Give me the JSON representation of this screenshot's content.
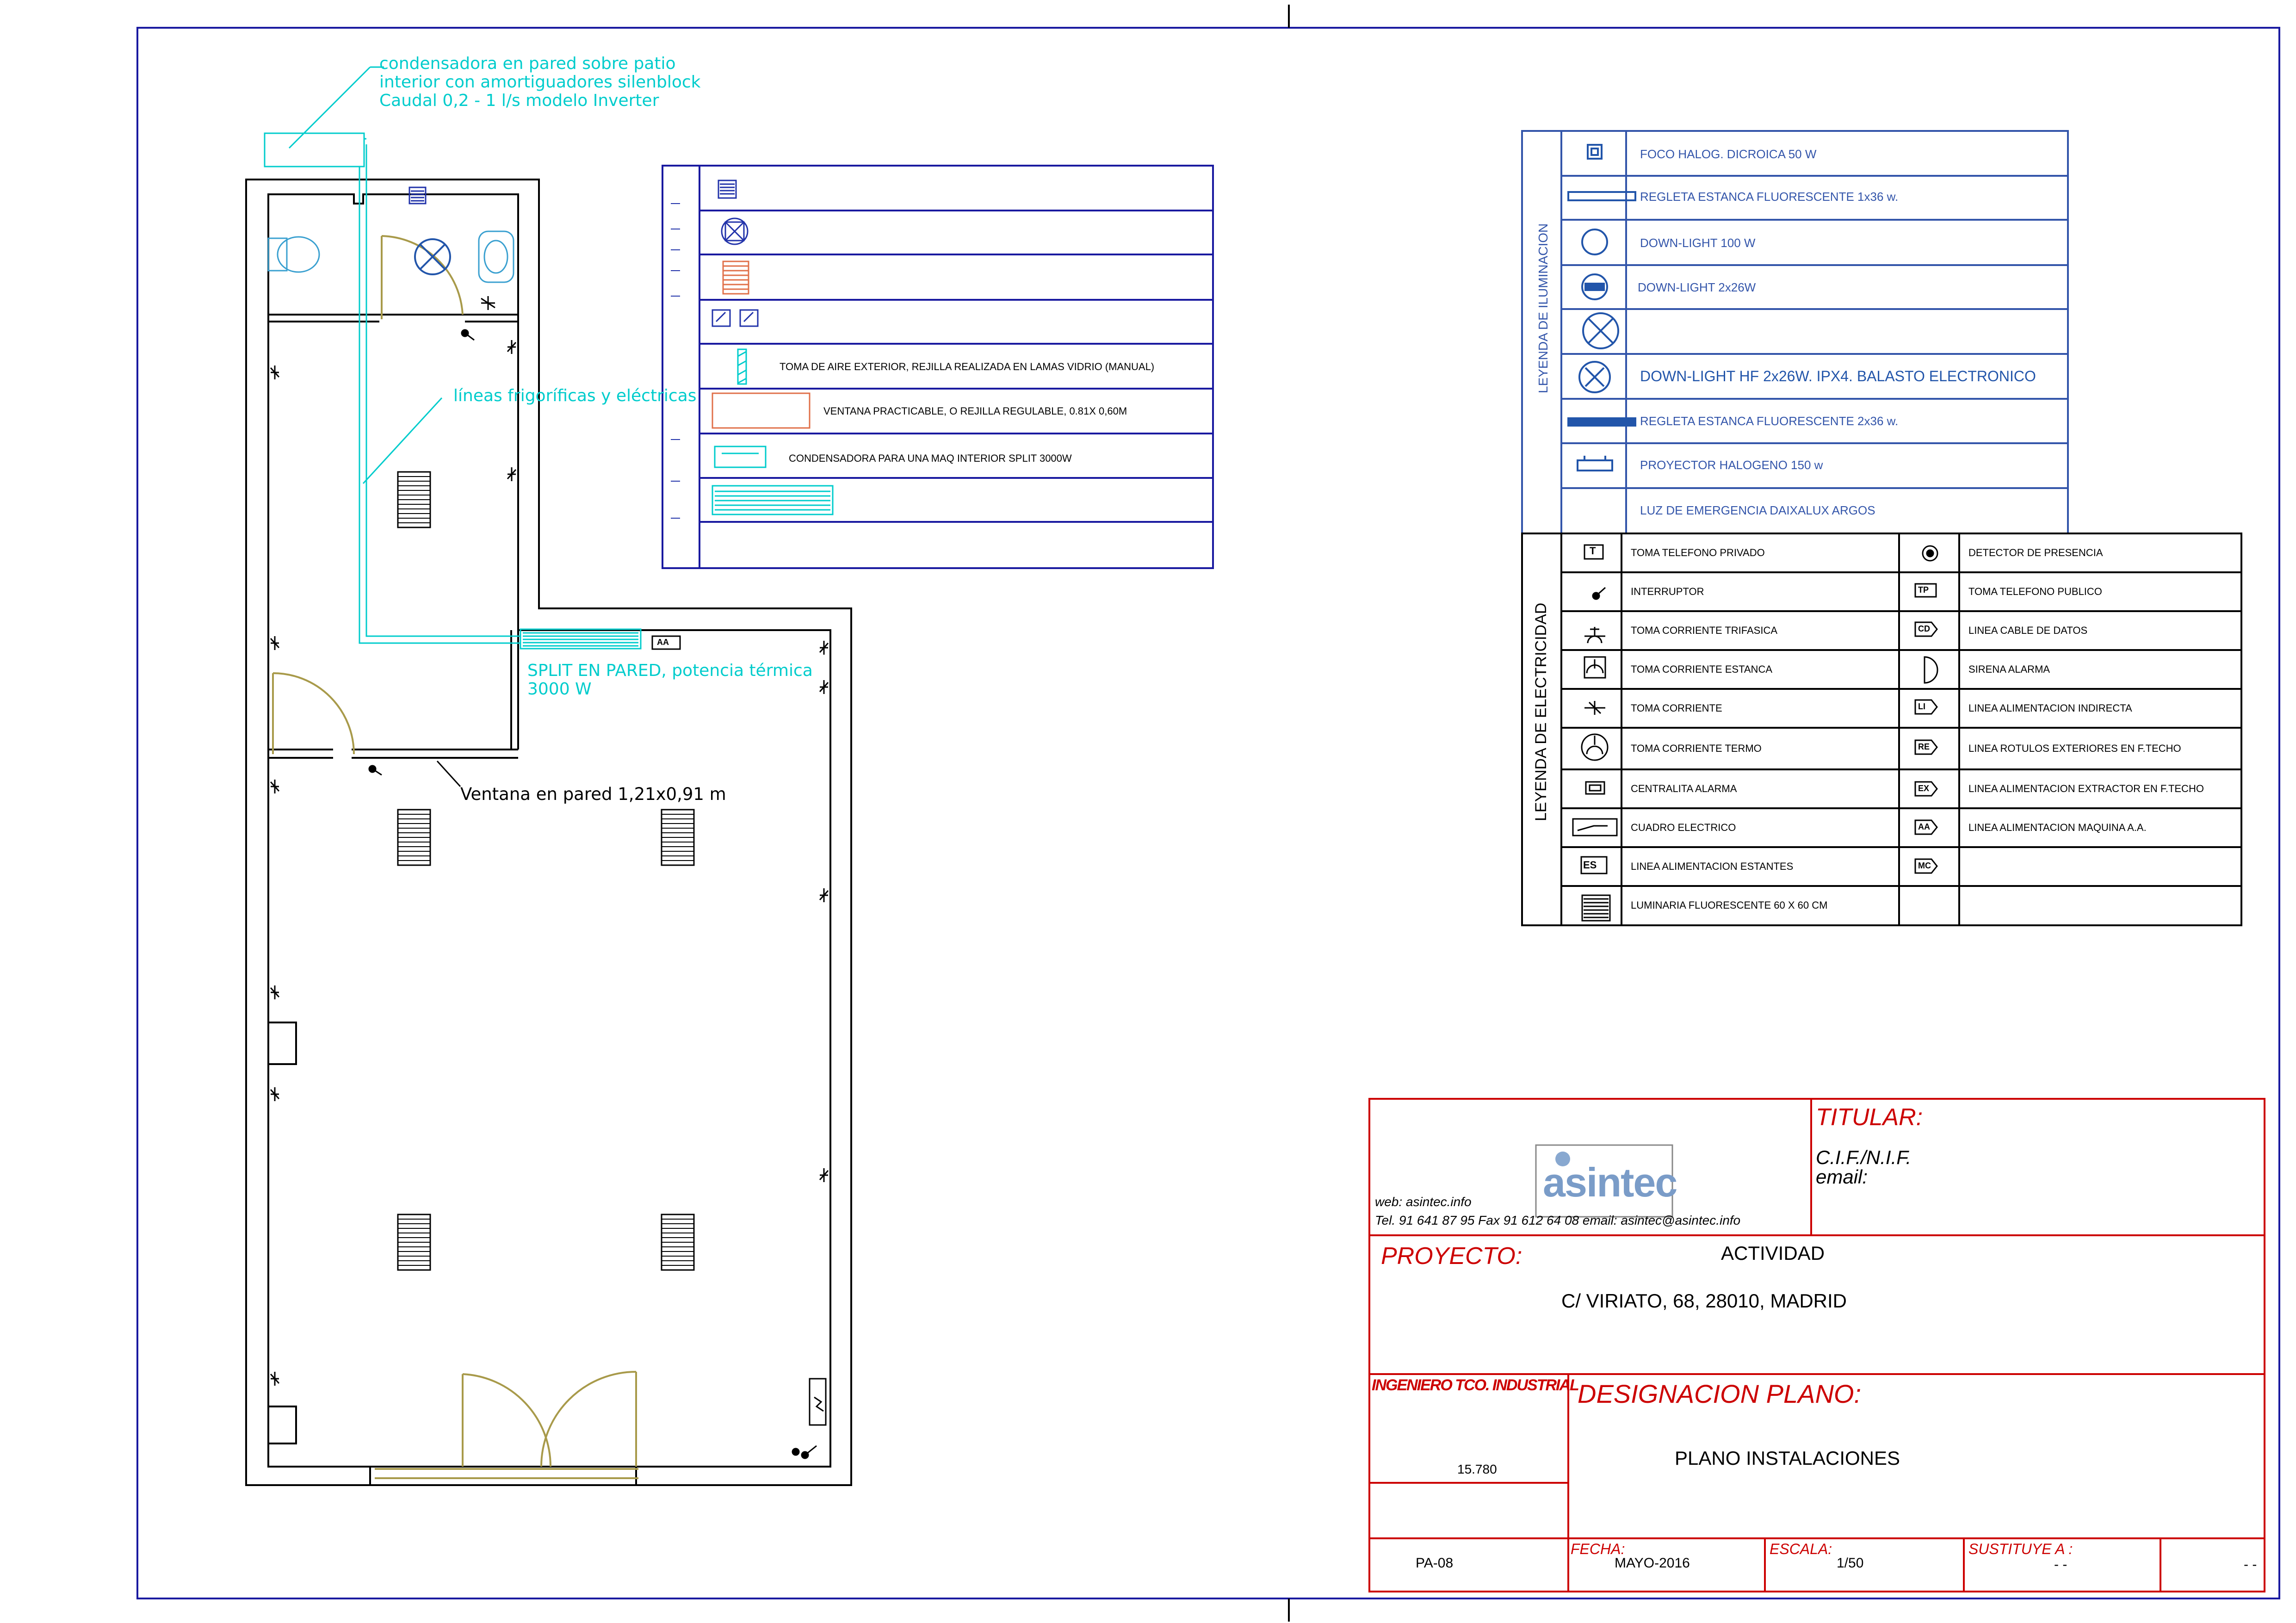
{
  "plan_annotations": {
    "condenser_note": [
      "condensadora en pared sobre patio",
      "interior con amortiguadores silenblock",
      "Caudal 0,2 - 1 l/s modelo Inverter"
    ],
    "refrigerant_lines": "líneas frigoríficas y eléctricas",
    "split_note": [
      "SPLIT EN PARED, potencia térmica",
      "3000 W"
    ],
    "window_note": "Ventana en pared 1,21x0,91 m",
    "split_tag": "AA"
  },
  "hvac_legend": {
    "rows": [
      {
        "icon": "grille-icon",
        "text": ""
      },
      {
        "icon": "extractor-fan-icon",
        "text": ""
      },
      {
        "icon": "louver-grille-icon",
        "text": ""
      },
      {
        "icon": "air-flow-icon",
        "text": ""
      },
      {
        "icon": "outdoor-air-intake-icon",
        "text": "TOMA DE AIRE EXTERIOR, REJILLA REALIZADA EN LAMAS VIDRIO (MANUAL)"
      },
      {
        "icon": "window-icon",
        "text": "VENTANA PRACTICABLE, O REJILLA REGULABLE, 0.81X 0,60M"
      },
      {
        "icon": "condenser-icon",
        "text": "CONDENSADORA PARA UNA MAQ INTERIOR SPLIT 3000W"
      },
      {
        "icon": "split-unit-icon",
        "text": ""
      }
    ]
  },
  "lighting_legend": {
    "title": "LEYENDA DE ILUMINACION",
    "color": "#3355aa",
    "rows": [
      {
        "icon": "dichroic-spot-icon",
        "text": "FOCO HALOG. DICROICA 50 W"
      },
      {
        "icon": "fluorescent-strip-1x36-icon",
        "text": "REGLETA ESTANCA FLUORESCENTE 1x36 w."
      },
      {
        "icon": "downlight-100-icon",
        "text": "DOWN-LIGHT  100 W"
      },
      {
        "icon": "downlight-2x26-icon",
        "text": "DOWN-LIGHT  2x26W"
      },
      {
        "icon": "cross-circle-icon",
        "text": ""
      },
      {
        "icon": "downlight-hf-icon",
        "text": "DOWN-LIGHT  HF 2x26W. IPX4. BALASTO ELECTRONICO"
      },
      {
        "icon": "fluorescent-strip-2x36-icon",
        "text": "REGLETA ESTANCA FLUORESCENTE 2x36 w."
      },
      {
        "icon": "halogen-projector-icon",
        "text": "PROYECTOR HALOGENO 150 w"
      },
      {
        "icon": "emergency-light-icon",
        "text": "LUZ DE EMERGENCIA DAIXALUX ARGOS"
      }
    ]
  },
  "electrical_legend": {
    "title": "LEYENDA DE ELECTRICIDAD",
    "left": [
      {
        "icon": "phone-outlet-icon",
        "sym": "T",
        "text": "TOMA TELEFONO PRIVADO"
      },
      {
        "icon": "switch-icon",
        "sym": "",
        "text": "INTERRUPTOR"
      },
      {
        "icon": "three-phase-outlet-icon",
        "sym": "",
        "text": "TOMA CORRIENTE TRIFASICA"
      },
      {
        "icon": "waterproof-outlet-icon",
        "sym": "",
        "text": "TOMA CORRIENTE ESTANCA"
      },
      {
        "icon": "outlet-icon",
        "sym": "",
        "text": "TOMA CORRIENTE"
      },
      {
        "icon": "heater-outlet-icon",
        "sym": "",
        "text": "TOMA CORRIENTE TERMO"
      },
      {
        "icon": "alarm-panel-icon",
        "sym": "",
        "text": "CENTRALITA ALARMA"
      },
      {
        "icon": "electrical-panel-icon",
        "sym": "",
        "text": "CUADRO ELECTRICO"
      },
      {
        "icon": "shelf-power-icon",
        "sym": "ES",
        "text": "LINEA ALIMENTACION ESTANTES"
      },
      {
        "icon": "fluorescent-panel-icon",
        "sym": "",
        "text": "LUMINARIA FLUORESCENTE 60 X 60 CM"
      }
    ],
    "right": [
      {
        "icon": "presence-detector-icon",
        "sym": "",
        "text": "DETECTOR DE PRESENCIA"
      },
      {
        "icon": "public-phone-icon",
        "sym": "TP",
        "text": "TOMA TELEFONO PUBLICO"
      },
      {
        "icon": "data-cable-icon",
        "sym": "CD",
        "text": "LINEA CABLE DE DATOS"
      },
      {
        "icon": "siren-icon",
        "sym": "",
        "text": "SIRENA ALARMA"
      },
      {
        "icon": "indirect-power-icon",
        "sym": "LI",
        "text": "LINEA ALIMENTACION INDIRECTA"
      },
      {
        "icon": "sign-power-icon",
        "sym": "RE",
        "text": "LINEA ROTULOS EXTERIORES EN F.TECHO"
      },
      {
        "icon": "extractor-power-icon",
        "sym": "EX",
        "text": "LINEA ALIMENTACION EXTRACTOR EN F.TECHO"
      },
      {
        "icon": "ac-power-icon",
        "sym": "AA",
        "text": "LINEA ALIMENTACION MAQUINA A.A."
      },
      {
        "icon": "mc-line-icon",
        "sym": "MC",
        "text": ""
      },
      {
        "icon": "",
        "sym": "",
        "text": ""
      }
    ]
  },
  "title_block": {
    "titular_label": "TITULAR:",
    "cif_label": "C.I.F./N.I.F.",
    "email_label": "email:",
    "company_logo_text": "asintec",
    "company_web": "web: asintec.info",
    "company_contacts": "Tel. 91 641 87 95    Fax 91 612 64 08    email: asintec@asintec.info",
    "proyecto_label": "PROYECTO:",
    "actividad": "ACTIVIDAD",
    "address": "C/ VIRIATO, 68, 28010,  MADRID",
    "engineer_label": "INGENIERO TCO. INDUSTRIAL",
    "engineer_number": "15.780",
    "designacion_label": "DESIGNACION PLANO:",
    "plano_title": "PLANO INSTALACIONES",
    "plano_code": "PA-08",
    "fecha_label": "FECHA:",
    "fecha": "MAYO-2016",
    "escala_label": "ESCALA:",
    "escala": "1/50",
    "sustituye_label": "SUSTITUYE A :",
    "sustituye": "- -",
    "dash": "- -",
    "accent_color": "#cc0000"
  }
}
